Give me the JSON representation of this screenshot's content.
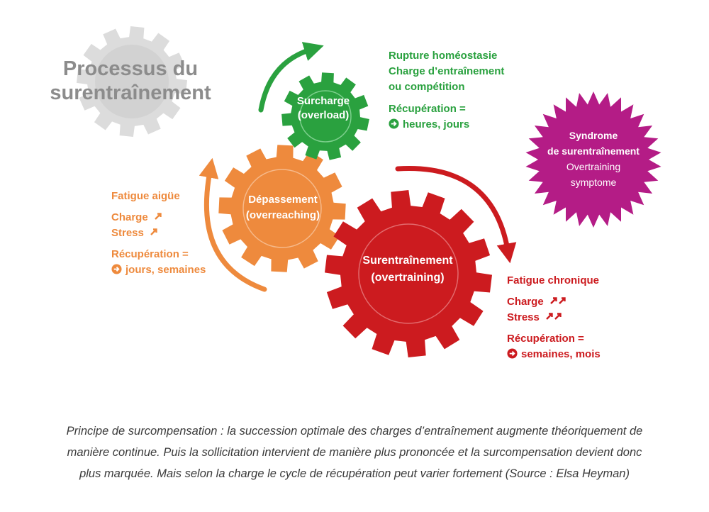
{
  "title": {
    "line1": "Processus du",
    "line2": "surentraînement"
  },
  "colors": {
    "title_gear": "#dcdcdc",
    "title_text": "#8c8c8c",
    "green": "#2aa13f",
    "orange": "#ee8a3d",
    "red": "#cc1b1f",
    "magenta": "#b41c86",
    "caption": "#3a3a3a"
  },
  "gears": {
    "overload": {
      "line1": "Surcharge",
      "line2": "(overload)"
    },
    "overreaching": {
      "line1": "Dépassement",
      "line2": "(overreaching)"
    },
    "overtraining": {
      "line1": "Surentraînement",
      "line2": "(overtraining)"
    }
  },
  "syndrome": {
    "line1": "Syndrome",
    "line2": "de surentraînement",
    "line3": "Overtraining",
    "line4": "symptome"
  },
  "overload_notes": {
    "line1": "Rupture homéostasie",
    "line2": "Charge d’entraînement",
    "line3": "ou compétition",
    "recovery_label": "Récupération =",
    "recovery_value": "heures, jours"
  },
  "overreaching_notes": {
    "fatigue": "Fatigue aigüe",
    "charge": "Charge",
    "stress": "Stress",
    "recovery_label": "Récupération =",
    "recovery_value": "jours, semaines"
  },
  "overtraining_notes": {
    "fatigue": "Fatigue chronique",
    "charge": "Charge",
    "stress": "Stress",
    "recovery_label": "Récupération =",
    "recovery_value": "semaines, mois"
  },
  "caption": {
    "line1": "Principe de surcompensation : la succession optimale des charges d’entraînement augmente théoriquement de",
    "line2": "manière continue. Puis la sollicitation intervient de manière plus prononcée et la surcompensation devient donc",
    "line3": "plus marquée. Mais selon la charge le cycle de récupération peut varier fortement (Source : Elsa Heyman)"
  },
  "icons": {
    "up_arrow": "arrow-up-right-icon",
    "double_up_arrow": "double-arrow-up-right-icon",
    "right_circle_arrow": "circle-arrow-right-icon"
  }
}
